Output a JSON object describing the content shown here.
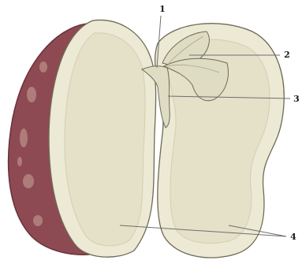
{
  "labels": {
    "l1": "1",
    "l2": "2",
    "l3": "3",
    "l4": "4"
  },
  "colors": {
    "seed_coat": "#8e4a52",
    "seed_coat_dark": "#6a3238",
    "coat_spots": "#c9a59a",
    "cotyledon": "#ece9d4",
    "cotyledon_inner": "#e4e1c8",
    "cotyledon_edge": "#d2ceb0",
    "outline": "#6f6a55",
    "plumule": "#dedcc3",
    "leader_line": "#6e6e6e"
  }
}
